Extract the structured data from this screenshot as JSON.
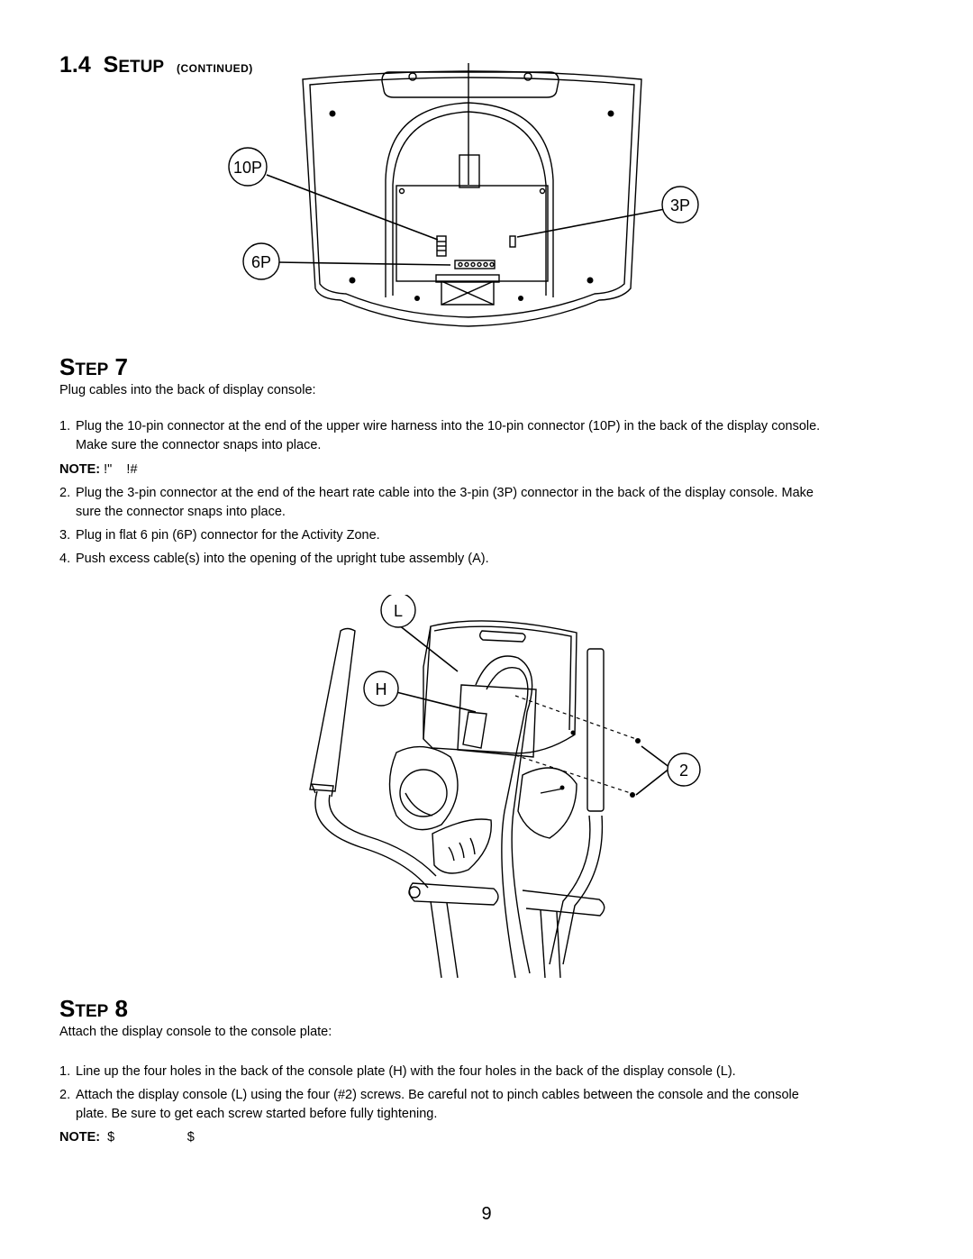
{
  "section": {
    "number": "1.4",
    "title_cap": "S",
    "title_rest": "ETUP",
    "subtitle": "(CONTINUED)"
  },
  "figure1": {
    "callouts": [
      "10P",
      "3P",
      "6P"
    ]
  },
  "step7": {
    "label_cap": "S",
    "label_rest": "TEP",
    "number": "7",
    "intro": "Plug cables into the back of display console:",
    "items": [
      {
        "num": "1.",
        "line1": "Plug the 10-pin connector at the end of the upper wire harness into the 10-pin connector (10P) in the back of the display console.",
        "line2": "Make sure the connector snaps into place."
      },
      {
        "num": "2.",
        "line1": "Plug the 3-pin connector at the end of the heart rate cable into the 3-pin (3P) connector in the back of the display console. Make",
        "line2": "sure the connector snaps into place."
      },
      {
        "num": "3.",
        "line1": "Plug in flat 6 pin (6P) connector for the Activity Zone."
      },
      {
        "num": "4.",
        "line1": "Push excess cable(s) into the opening of the upright tube assembly (A)."
      }
    ],
    "note_label": "NOTE:",
    "note_text": "!\"    !#"
  },
  "figure2": {
    "callouts": [
      "L",
      "H",
      "2"
    ]
  },
  "step8": {
    "label_cap": "S",
    "label_rest": "TEP",
    "number": "8",
    "intro": "Attach the display console to the console plate:",
    "items": [
      {
        "num": "1.",
        "line1": "Line up the four holes in the back of the console plate (H) with the four holes in the back of the display console (L)."
      },
      {
        "num": "2.",
        "line1": "Attach the display console (L) using the four (#2) screws. Be careful not to pinch cables between the console and the console",
        "line2": "plate. Be sure to get each screw started before fully tightening."
      }
    ],
    "note_label": "NOTE:",
    "note_text": "$                    $"
  },
  "page_number": "9"
}
